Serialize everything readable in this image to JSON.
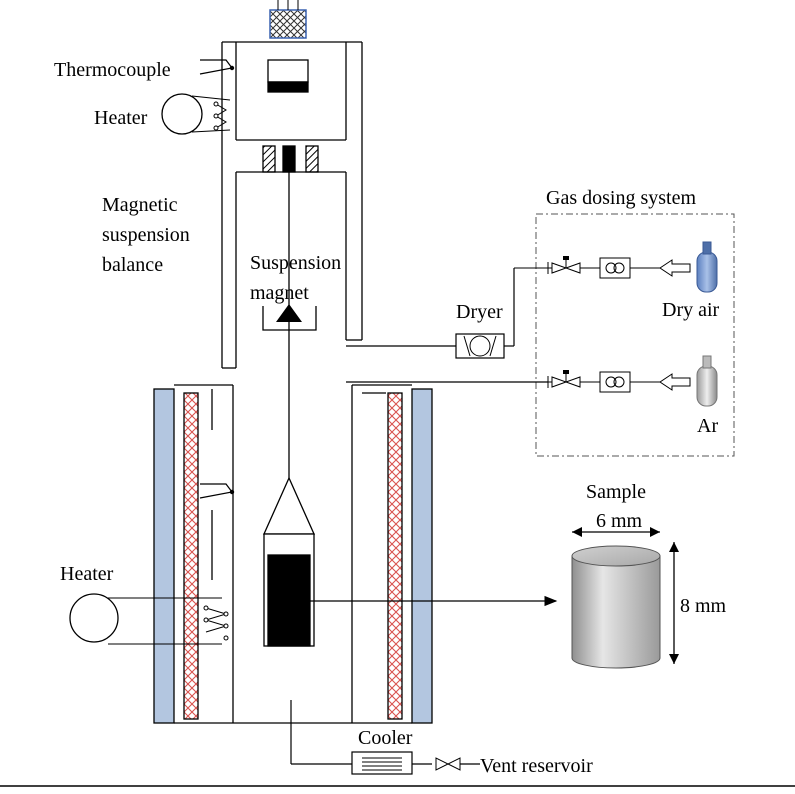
{
  "labels": {
    "thermocouple": "Thermocouple",
    "heater_top": "Heater",
    "magnetic_1": "Magnetic",
    "magnetic_2": "suspension",
    "magnetic_3": "balance",
    "suspension": "Suspension",
    "magnet": "magnet",
    "gas_dosing": "Gas dosing system",
    "dryer": "Dryer",
    "dry_air": "Dry air",
    "ar": "Ar",
    "sample": "Sample",
    "width": "6 mm",
    "height": "8 mm",
    "heater_bottom": "Heater",
    "cooler": "Cooler",
    "vent": "Vent reservoir"
  },
  "colors": {
    "insulation": "#b3c6e0",
    "heater_element": "#d9534f",
    "line": "#000000",
    "sample_dark": "#8f8f8f",
    "sample_light": "#e6e6e6",
    "cylinder_fill": "#c0d0e6"
  }
}
